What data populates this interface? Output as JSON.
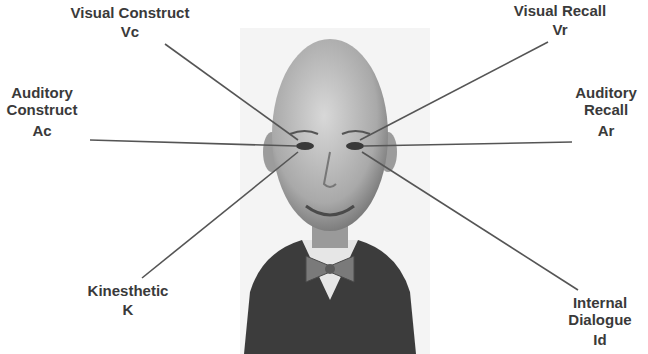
{
  "diagram": {
    "labels": [
      "Visual Construct",
      "Vc",
      "Visual Recall",
      "Vr",
      "Auditory Construct",
      "Ac",
      "Auditory Recall",
      "Ar",
      "Kinesthetic",
      "K",
      "Internal Dialogue",
      "Id"
    ]
  }
}
